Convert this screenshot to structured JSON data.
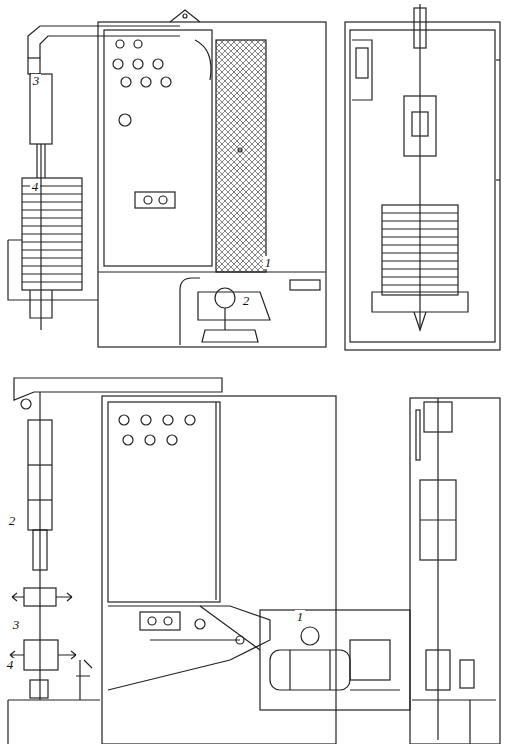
{
  "diagram": {
    "labels": [
      "3",
      "4",
      "1",
      "2",
      "2",
      "3",
      "4",
      "1"
    ]
  }
}
